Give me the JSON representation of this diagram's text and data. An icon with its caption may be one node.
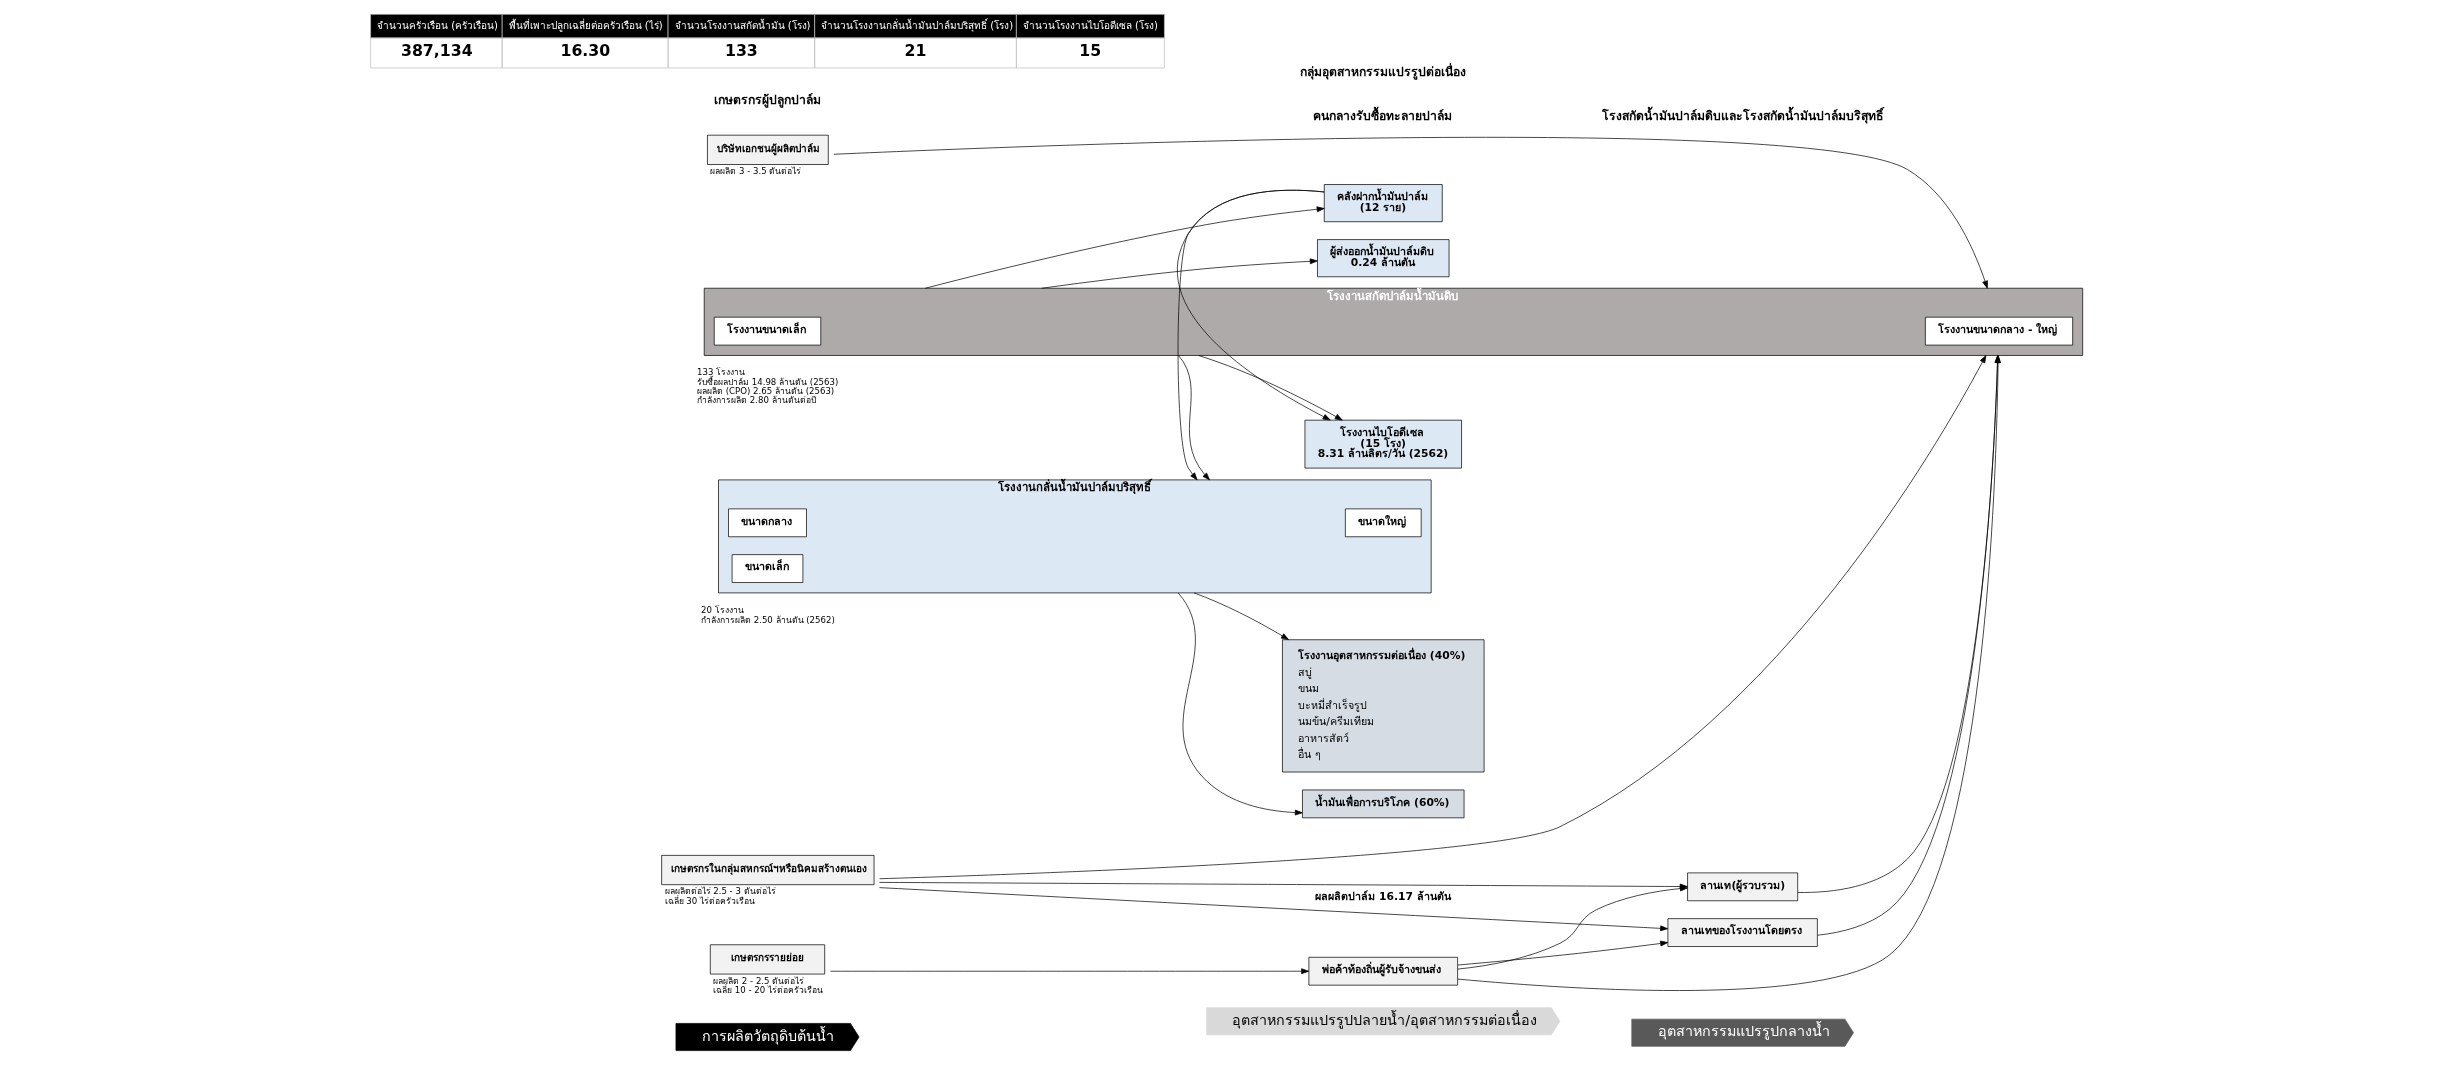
{
  "diagram": {
    "nodes": [
      {
        "text": [
          "การผลิตวัตถุดิบต้นน้ำ"
        ]
      },
      {
        "text": [
          "อุตสาหกรรมแปรรูปกลางน้ำ"
        ]
      },
      {
        "text": [
          "อุตสาหกรรมแปรรูปปลายน้ำ/อุตสาหกรรมต่อเนื่อง"
        ]
      },
      {
        "text": [
          "บริษัทเอกชนผู้ผลิตปาล์ม"
        ],
        "beside": [
          "ผลผลิต 3 - 3.5 ตันต่อไร่"
        ]
      },
      {
        "text": [
          "เกษตรกรรายย่อย"
        ],
        "beside": [
          "ผลผลิต 2 - 2.5 ตันต่อไร่",
          "เฉลี่ย 10 - 20 ไร่ต่อครัวเรือน"
        ]
      },
      {
        "text": [
          "เกษตรกรในกลุ่มสหกรณ์ฯหรือนิคมสร้างตนเอง"
        ],
        "beside": [
          "ผลผลิตต่อไร่ 2.5 - 3 ตันต่อไร่",
          "เฉลี่ย 30 ไร่ต่อครัวเรือน"
        ]
      },
      {
        "text": [
          "พ่อค้าท้องถิ่นผู้รับจ้างขนส่ง"
        ]
      },
      {
        "text": [
          "ลานเท(ผู้รวบรวม)"
        ]
      },
      {
        "text": [
          "ลานเทของโรงงานโดยตรง"
        ]
      },
      {
        "text": [
          "โรงงานสกัดปาล์มน้ำมันดิบ"
        ],
        "beside": [
          "133 โรงงาน",
          "รับซื้อผลปาล์ม 14.98 ล้านตัน (2563)",
          "ผลผลิต (CPO) 2.65 ล้านตัน (2563)",
          "กำลังการผลิต 2.80 ล้านตันต่อปี"
        ]
      },
      {
        "text": [
          "โรงงานขนาดกลาง - ใหญ่"
        ],
        "in": 9
      },
      {
        "text": [
          "โรงงานขนาดเล็ก"
        ],
        "in": 9
      },
      {
        "text": [
          "โรงงานไบโอดีเซล",
          "(15 โรง)",
          "8.31 ล้านลิตร/วัน (2562)"
        ]
      },
      {
        "text": [
          "คลังฝากน้ำมันปาล์ม",
          "(12 ราย)"
        ]
      },
      {
        "text": [
          "โรงงานกลั่นน้ำมันปาล์มบริสุทธิ์"
        ],
        "beside": [
          "20 โรงงาน",
          "กำลังการผลิต 2.50 ล้านตัน (2562)"
        ]
      },
      {
        "text": [
          "ขนาดใหญ่"
        ],
        "in": 14
      },
      {
        "text": [
          "ขนาดกลาง"
        ],
        "in": 14
      },
      {
        "text": [
          "ขนาดเล็ก"
        ],
        "in": 14
      },
      {
        "text": [
          "น้ำมันเพื่อการบริโภค (60%)"
        ]
      },
      {
        "text": [
          "โรงงานอุตสาหกรรมต่อเนื่อง (40%)",
          "สบู่",
          "ขนม",
          "บะหมี่สำเร็จรูป",
          "นมข้น/ครีมเทียม",
          "อาหารสัตว์",
          "อื่น ๆ"
        ]
      },
      {
        "text": [
          "ผู้ส่งออกน้ำมันปาล์มดิบ",
          "0.24 ล้านตัน"
        ]
      }
    ],
    "edges": [
      {
        "from": 3,
        "to": 9,
        "arrow": "to"
      },
      {
        "from": 4,
        "to": 6,
        "arrow": "to"
      },
      {
        "from": 6,
        "to": 7,
        "arrow": "to"
      },
      {
        "from": 6,
        "to": 8,
        "arrow": "to"
      },
      {
        "from": 6,
        "to": 9,
        "arrow": "to"
      },
      {
        "from": 5,
        "to": 7,
        "arrow": "to"
      },
      {
        "from": 5,
        "to": 8,
        "arrow": "to",
        "label": "ผลผลิตปาล์ม 16.17 ล้านตัน"
      },
      {
        "from": 5,
        "to": 9,
        "arrow": "to"
      },
      {
        "from": 7,
        "to": 9,
        "arrow": "to"
      },
      {
        "from": 8,
        "to": 9,
        "arrow": "to"
      },
      {
        "from": 9,
        "to": 12,
        "arrow": "to"
      },
      {
        "from": 9,
        "to": 13,
        "arrow": "to"
      },
      {
        "from": 9,
        "to": 14,
        "arrow": "to"
      },
      {
        "from": 9,
        "to": 20,
        "arrow": "to"
      },
      {
        "from": 13,
        "to": 12,
        "arrow": "to"
      },
      {
        "from": 13,
        "to": 14,
        "arrow": "to"
      },
      {
        "from": 14,
        "to": 18,
        "arrow": "to"
      },
      {
        "from": 14,
        "to": 19,
        "arrow": "to"
      }
    ],
    "labels": [
      "เกษตรกรผู้ปลูกปาล์ม",
      "คนกลางรับซื้อทะลายปาล์ม",
      "โรงสกัดน้ำมันปาล์มดิบและโรงสกัดน้ำมันปาล์มบริสุทธิ์",
      "กลุ่มอุตสาหกรรมแปรรูปต่อเนื่อง",
      "จำนวนครัวเรือน (ครัวเรือน)",
      "พื้นที่เพาะปลูกเฉลี่ยต่อครัวเรือน (ไร่)",
      "จำนวนโรงงานสกัดน้ำมัน (โรง)",
      "จำนวนโรงงานกลั่นน้ำมันปาล์มบริสุทธิ์ (โรง)",
      "จำนวนโรงงานไบโอดีเซล (โรง)",
      "387,134",
      "16.30",
      "133",
      "21",
      "15"
    ]
  }
}
